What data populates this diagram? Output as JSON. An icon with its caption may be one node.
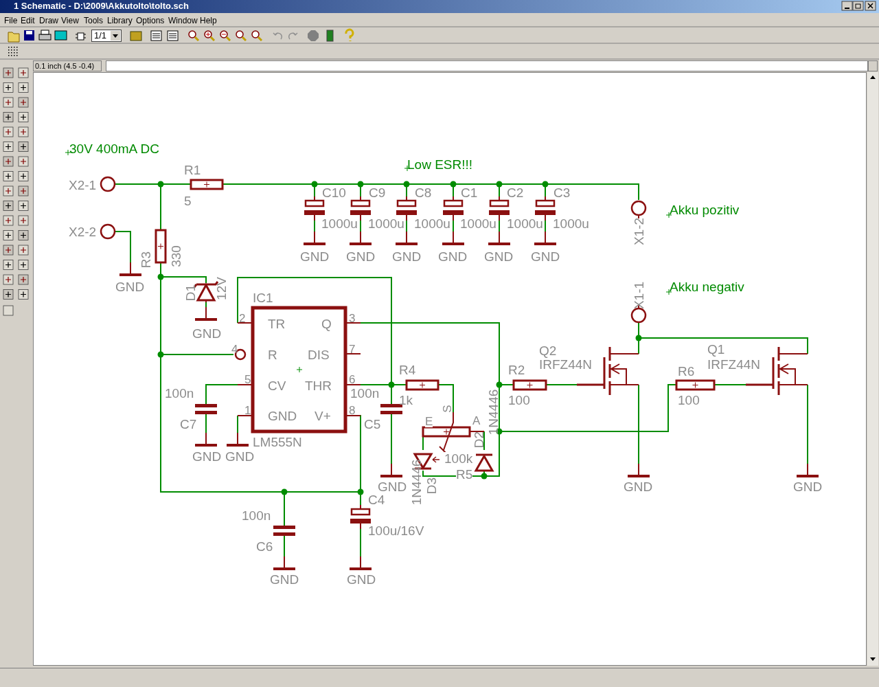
{
  "diagram": {
    "labels": [
      "1 Schematic - D:\\2009\\Akkutolto\\tolto.sch",
      "File",
      "Edit",
      "Draw",
      "View",
      "Tools",
      "Library",
      "Options",
      "Window",
      "Help",
      "1/1",
      "0.1 inch (4.5 -0.4)",
      "30V 400mA DC",
      "Low ESR!!!",
      "X2-1",
      "R1",
      "C10",
      "C9",
      "C8",
      "C1",
      "C2",
      "C3",
      "5",
      "1000u",
      "1000u",
      "1000u",
      "1000u",
      "1000u",
      "1000u",
      "Akku pozitiv",
      "X1-2",
      "X2-2",
      "GND",
      "GND",
      "GND",
      "GND",
      "GND",
      "GND",
      "R3",
      "330",
      "GND",
      "D1",
      "12V",
      "Akku negativ",
      "X1-1",
      "IC1",
      "2",
      "TR",
      "Q",
      "3",
      "GND",
      "4",
      "R",
      "DIS",
      "7",
      "Q2",
      "IRFZ44N",
      "Q1",
      "IRFZ44N",
      "R4",
      "R2",
      "R6",
      "5",
      "CV",
      "THR",
      "6",
      "100n",
      "100n",
      "1k",
      "100",
      "100",
      "1",
      "GND",
      "V+",
      "8",
      "S",
      "C7",
      "C5",
      "E",
      "A",
      "D2",
      "1N4446",
      "LM555N",
      "GND",
      "GND",
      "100k",
      "R5",
      "GND",
      "1N4446",
      "D3",
      "GND",
      "GND",
      "C4",
      "100n",
      "100u/16V",
      "C6",
      "GND",
      "GND"
    ]
  }
}
